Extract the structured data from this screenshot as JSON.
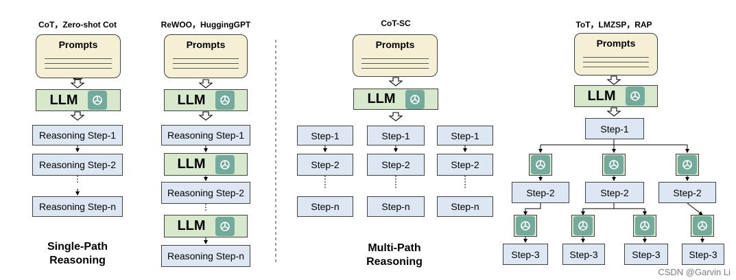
{
  "columns": {
    "cot": {
      "title": "CoT，Zero-shot Cot"
    },
    "rewoo": {
      "title": "ReWOO，HuggingGPT"
    },
    "cotsc": {
      "title": "CoT-SC"
    },
    "tot": {
      "title": "ToT，LMZSP，RAP"
    }
  },
  "labels": {
    "prompts": "Prompts",
    "llm": "LLM",
    "reasoning_step_1": "Reasoning Step-1",
    "reasoning_step_2": "Reasoning Step-2",
    "reasoning_step_n": "Reasoning Step-n",
    "step_1": "Step-1",
    "step_2": "Step-2",
    "step_3": "Step-3",
    "step_n": "Step-n"
  },
  "sections": {
    "single_path": {
      "line1": "Single-Path",
      "line2": "Reasoning"
    },
    "multi_path": {
      "line1": "Multi-Path",
      "line2": "Reasoning"
    }
  },
  "icons": {
    "model": "openai-logo-icon",
    "flow": "hollow-down-arrow-icon"
  },
  "colors": {
    "prompt_fill": "#f5efd6",
    "llm_fill": "#d7e8cc",
    "step_fill": "#dde7f3",
    "logo_fill": "#74aa9c"
  },
  "watermark": "CSDN @Garvin Li"
}
